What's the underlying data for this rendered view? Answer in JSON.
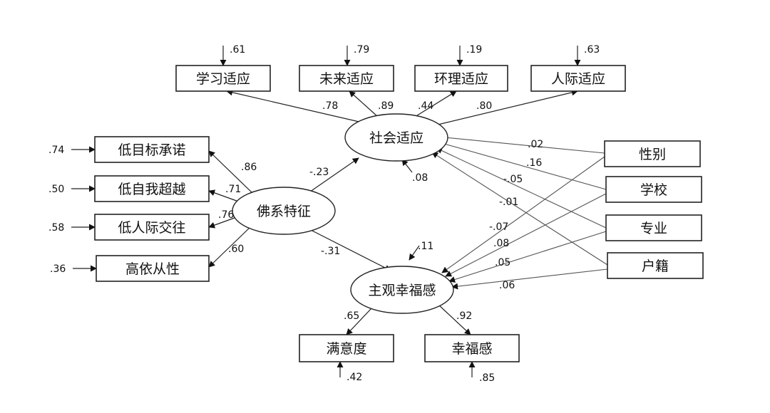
{
  "observed": {
    "xuexi": "学习适应",
    "weilai": "未来适应",
    "huanli": "环理适应",
    "renji": "人际适应",
    "dimubiao": "低目标承诺",
    "diziwo": "低自我超越",
    "direnji": "低人际交往",
    "gaoyi": "高依从性",
    "manyi": "满意度",
    "xingfu": "幸福感",
    "xingbie": "性别",
    "xuexiao": "学校",
    "zhuanye": "专业",
    "huji": "户籍"
  },
  "latent": {
    "shehui": "社会适应",
    "foxi": "佛系特征",
    "zhuguan": "主观幸福感"
  },
  "errors": {
    "xuexi": ".61",
    "weilai": ".79",
    "huanli": ".19",
    "renji": ".63",
    "dimubiao": ".74",
    "diziwo": ".50",
    "direnji": ".58",
    "gaoyi": ".36",
    "manyi": ".42",
    "xingfu": ".85",
    "shehui": ".08",
    "zhuguan": ".11"
  },
  "loadings": {
    "xuexi": ".78",
    "weilai": ".89",
    "huanli": ".44",
    "renji": ".80",
    "dimubiao": ".86",
    "diziwo": ".71",
    "direnji": ".76",
    "gaoyi": ".60",
    "manyi": ".65",
    "xingfu": ".92"
  },
  "paths": {
    "foxi_shehui": "-.23",
    "foxi_zhuguan": "-.31"
  },
  "controls": {
    "xingbie_shehui": ".02",
    "xuexiao_shehui": ".16",
    "zhuanye_shehui": "-.05",
    "huji_shehui": "-.01",
    "xingbie_zhuguan": "-.07",
    "xuexiao_zhuguan": ".08",
    "zhuanye_zhuguan": ".05",
    "huji_zhuguan": ".06"
  }
}
